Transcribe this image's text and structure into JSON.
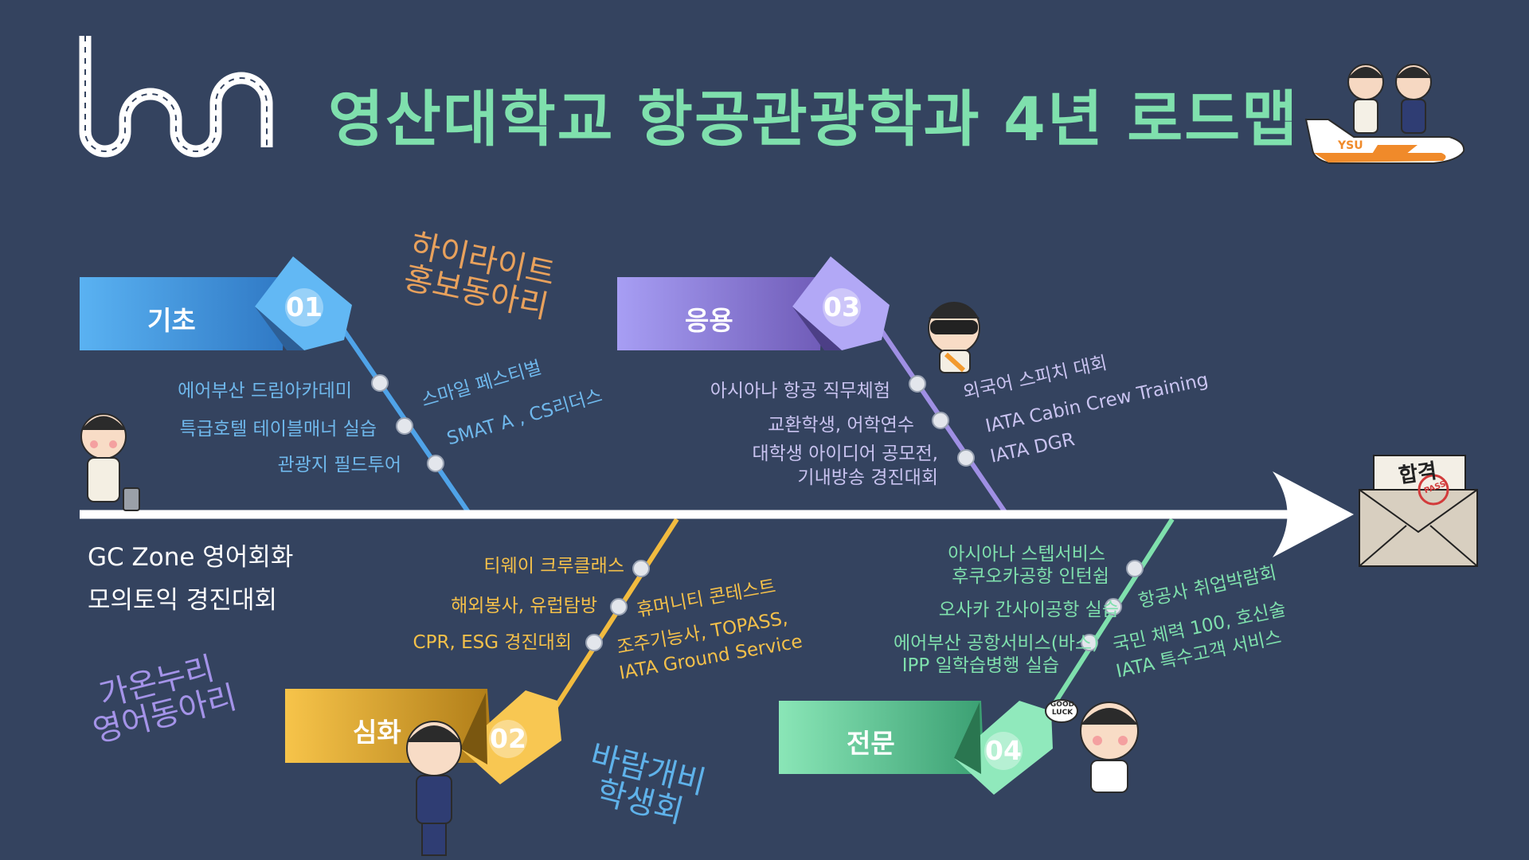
{
  "title": "영산대학교 항공관광학과 4년 로드맵",
  "colors": {
    "background": "#34435f",
    "title": "#7fe0ad",
    "stage1": "#4fa3e8",
    "stage2": "#f2bb3f",
    "stage3": "#a39af0",
    "stage4": "#7fe0ad",
    "spine": "#ffffff"
  },
  "stages": [
    {
      "label": "기초",
      "number": "01",
      "items_left": [
        "에어부산 드림아카데미",
        "특급호텔 테이블매너 실습",
        "관광지 필드투어"
      ],
      "items_right": [
        "스마일 페스티벌",
        "SMAT A , CS리더스"
      ]
    },
    {
      "label": "심화",
      "number": "02",
      "items_left": [
        "티웨이 크루클래스",
        "해외봉사, 유럽탐방",
        "CPR, ESG 경진대회"
      ],
      "items_right": [
        "휴머니티 콘테스트",
        "조주기능사, TOPASS,",
        "IATA Ground Service"
      ]
    },
    {
      "label": "응용",
      "number": "03",
      "items_left": [
        "아시아나 항공 직무체험",
        "교환학생, 어학연수",
        "대학생 아이디어 공모전,",
        "기내방송 경진대회"
      ],
      "items_right": [
        "외국어 스피치 대회",
        "IATA Cabin Crew Training",
        "IATA DGR"
      ]
    },
    {
      "label": "전문",
      "number": "04",
      "items_left": [
        "아시아나 스텝서비스",
        "후쿠오카공항 인턴쉽",
        "오사카 간사이공항 실습",
        "에어부산 공항서비스(바스)",
        "IPP 일학습병행 실습"
      ],
      "items_right": [
        "항공사 취업박람회",
        "국민 체력 100, 호신술",
        "IATA 특수고객 서비스"
      ]
    }
  ],
  "common_programs": [
    "GC Zone 영어회화",
    "모의토익 경진대회"
  ],
  "clubs": [
    {
      "line1": "하이라이트",
      "line2": "홍보동아리"
    },
    {
      "line1": "가온누리",
      "line2": "영어동아리"
    },
    {
      "line1": "바람개비",
      "line2": "학생회"
    }
  ],
  "envelope": {
    "text": "합격",
    "stamp": "PASS"
  },
  "plane_logo": "YSU",
  "goodluck": "GOOD LUCK",
  "icons": {
    "logo": "road-logo-icon",
    "arrow": "arrow-head-icon",
    "envelope": "envelope-icon",
    "plane": "airplane-icon"
  }
}
